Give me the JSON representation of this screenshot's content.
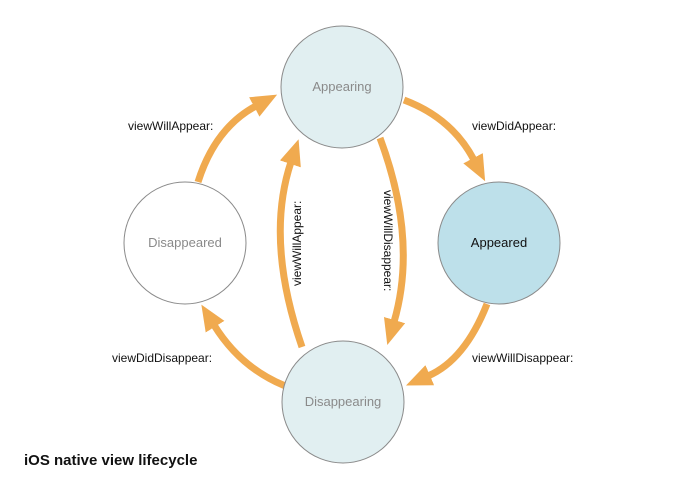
{
  "title": "iOS native view lifecycle",
  "colors": {
    "arrow": "#f0aa4f",
    "node_light_fill": "#e1eff1",
    "node_active_fill": "#bde0ea",
    "node_white_fill": "#ffffff",
    "node_stroke": "#8a8a8a",
    "label_muted": "#8a8a8a",
    "label_dark": "#111111"
  },
  "nodes": {
    "appearing": {
      "label": "Appearing"
    },
    "appeared": {
      "label": "Appeared"
    },
    "disappearing": {
      "label": "Disappearing"
    },
    "disappeared": {
      "label": "Disappeared"
    }
  },
  "edges": {
    "disappeared_to_appearing": {
      "label": "viewWillAppear:"
    },
    "appearing_to_appeared": {
      "label": "viewDidAppear:"
    },
    "appeared_to_disappearing": {
      "label": "viewWillDisappear:"
    },
    "disappearing_to_disappeared": {
      "label": "viewDidDisappear:"
    },
    "disappearing_to_appearing": {
      "label": "viewWillAppear:"
    },
    "appearing_to_disappearing": {
      "label": "viewWillDisappear:"
    }
  }
}
